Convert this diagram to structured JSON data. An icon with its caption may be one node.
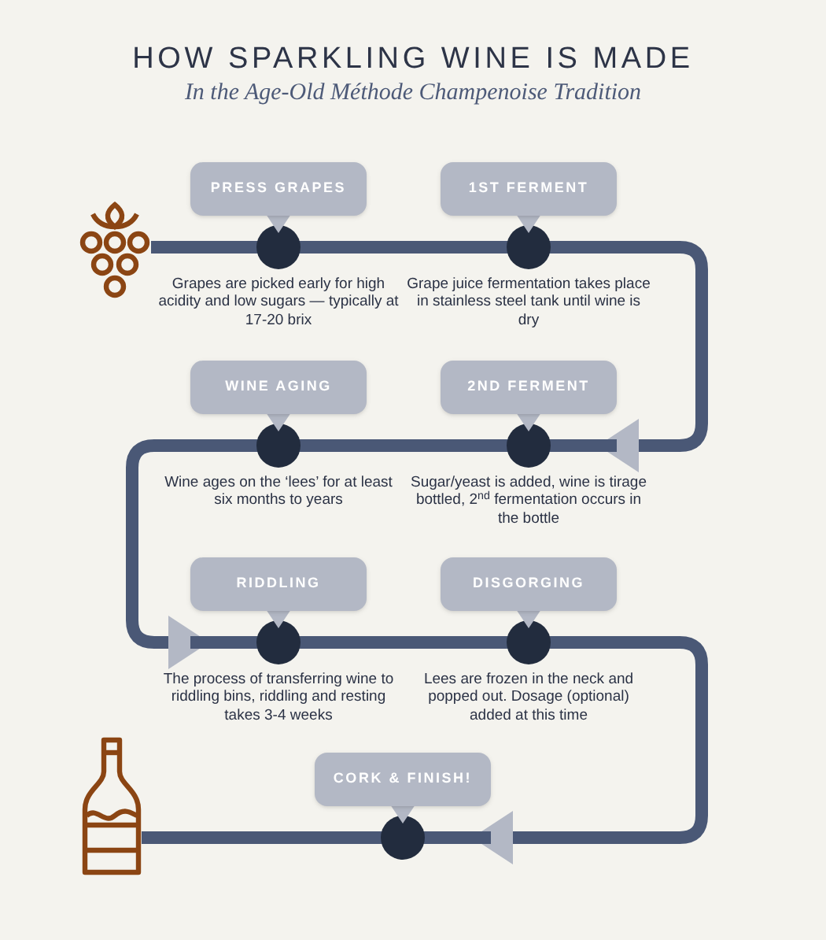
{
  "diagram": {
    "title": "HOW SPARKLING WINE IS MADE",
    "caption": "In the Age-Old Méthode Champenoise Tradition",
    "nodes": [
      {
        "text": [],
        "shape": "picture"
      },
      {
        "text": [
          "PRESS GRAPES"
        ],
        "beside": [
          "Grapes are picked early for high acidity and low sugars — typically at 17-20 brix"
        ]
      },
      {
        "text": [
          "1ST FERMENT"
        ],
        "beside": [
          "Grape juice fermentation takes place in stainless steel tank until wine is dry"
        ]
      },
      {
        "text": [
          "WINE AGING"
        ],
        "beside": [
          "Wine ages on the ‘lees’ for at least six months to years"
        ]
      },
      {
        "text": [
          "2ND FERMENT"
        ],
        "beside": [
          "Sugar/yeast is added, wine is tirage bottled, 2$^{nd}$ fermentation occurs in the bottle"
        ]
      },
      {
        "text": [
          "RIDDLING"
        ],
        "beside": [
          "The process of transferring wine to riddling bins, riddling and resting takes 3-4 weeks"
        ]
      },
      {
        "text": [
          "DISGORGING"
        ],
        "beside": [
          "Lees are frozen in the neck and popped out. Dosage (optional) added at this time"
        ]
      },
      {
        "text": [
          "CORK & FINISH!"
        ]
      },
      {
        "text": [],
        "shape": "picture"
      }
    ],
    "edges": [
      {
        "from": 0,
        "to": 1,
        "arrow": "none"
      },
      {
        "from": 1,
        "to": 2,
        "arrow": "none"
      },
      {
        "from": 2,
        "to": 4,
        "arrow": "to"
      },
      {
        "from": 4,
        "to": 3,
        "arrow": "none"
      },
      {
        "from": 3,
        "to": 5,
        "arrow": "to"
      },
      {
        "from": 5,
        "to": 6,
        "arrow": "none"
      },
      {
        "from": 6,
        "to": 7,
        "arrow": "to"
      },
      {
        "from": 7,
        "to": 8,
        "arrow": "none"
      }
    ]
  }
}
